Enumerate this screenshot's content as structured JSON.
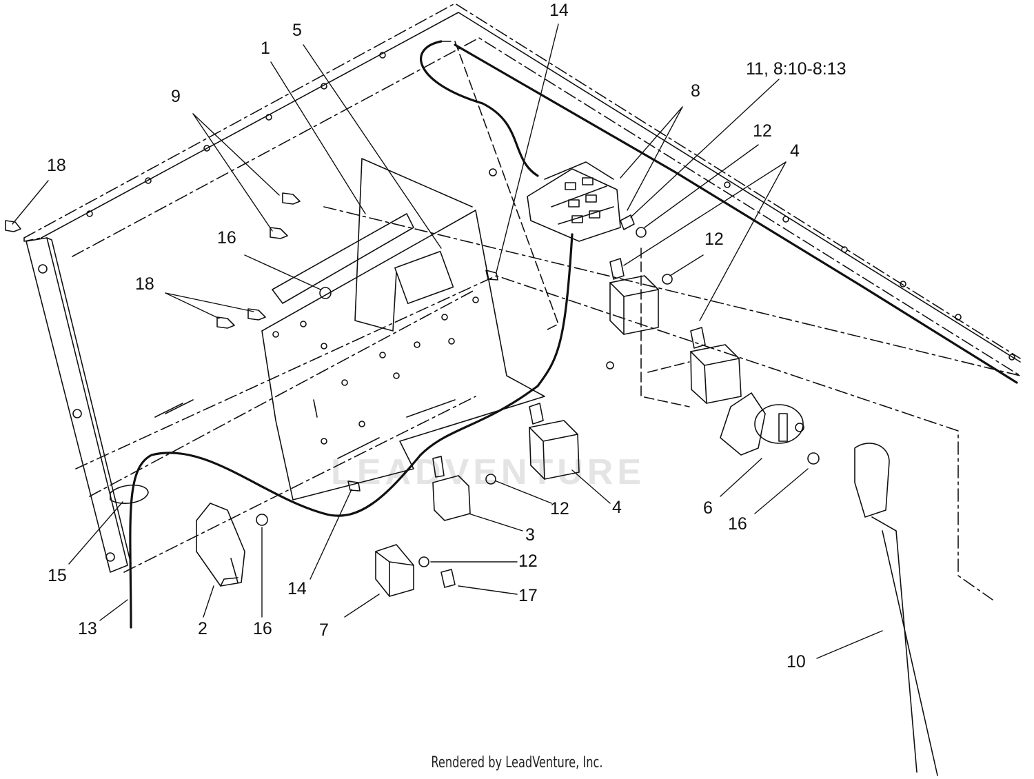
{
  "diagram": {
    "callouts": {
      "c1": "1",
      "c2": "2",
      "c3": "3",
      "c4a": "4",
      "c4b": "4",
      "c5": "5",
      "c6": "6",
      "c7": "7",
      "c8": "8",
      "c9": "9",
      "c10": "10",
      "c11": "11, 8:10-8:13",
      "c12a": "12",
      "c12b": "12",
      "c12c": "12",
      "c12d": "12",
      "c13": "13",
      "c14a": "14",
      "c14b": "14",
      "c15": "15",
      "c16a": "16",
      "c16b": "16",
      "c16c": "16",
      "c17": "17",
      "c18a": "18",
      "c18b": "18"
    },
    "watermark": "LEADVENTURE",
    "footer": "Rendered by LeadVenture, Inc."
  }
}
